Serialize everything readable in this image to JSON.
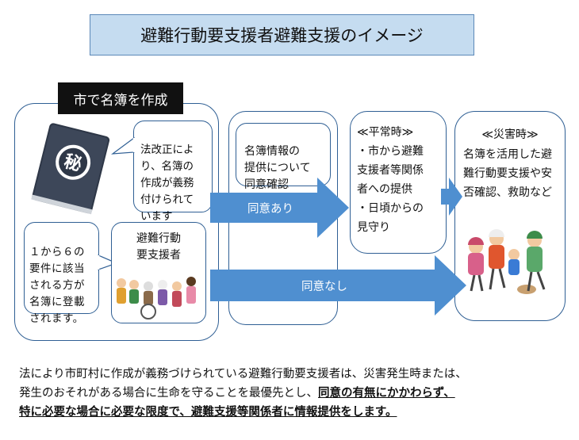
{
  "title": "避難行動要支援者避難支援のイメージ",
  "city_label": "市で名簿を作成",
  "law_note": "法改正によ\nり、名簿の\n作成が義務\n付けられて\nいます",
  "criteria_note": "１から６の\n要件に該当\nされる方が\n名簿に登載\nされます。",
  "target_label": "避難行動\n要支援者",
  "consent_box": "名簿情報の\n提供について\n同意確認",
  "consent_yes": "同意あり",
  "consent_no": "同意なし",
  "normal_time": "≪平常時≫\n・市から避難\n支援者等関係\n者への提供\n・日頃からの\n見守り",
  "disaster_time_title": "≪災害時≫",
  "disaster_time_body": "名簿を活用した避\n難行動要支援や安\n否確認、救助など",
  "footer": {
    "line1": "法により市町村に作成が義務づけられている避難行動要支援者は、災害発生時または、",
    "line2_plain": "発生のおそれがある場合に生命を守ることを最優先とし、",
    "line2_bold": "同意の有無にかかわらず、",
    "line3_bold": "特に必要な場合に必要な限度で、避難支援等関係者に情報提供をします。"
  },
  "colors": {
    "title_bg": "#c5dcf0",
    "arrow": "#4f8fd0",
    "border": "#2f5f94"
  }
}
